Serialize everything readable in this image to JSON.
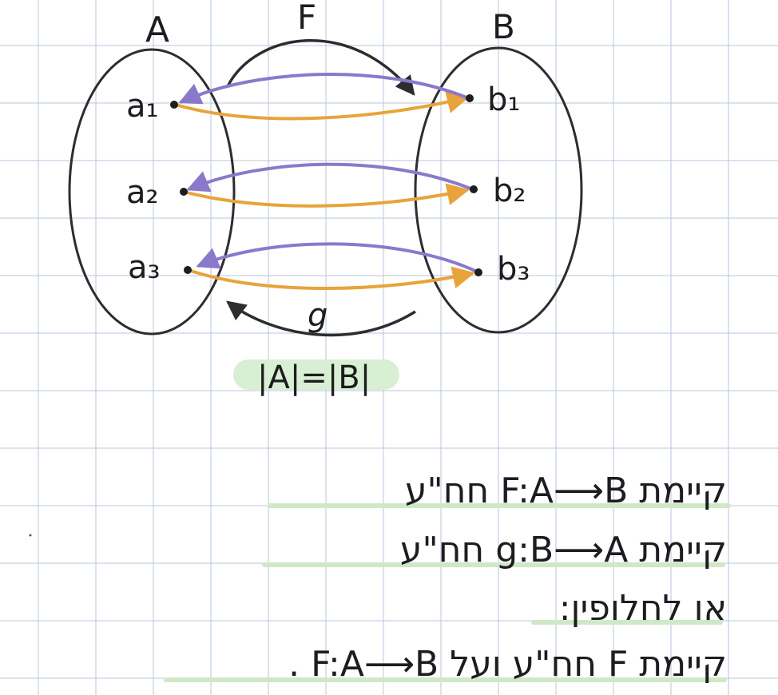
{
  "diagram": {
    "set_a_label": "A",
    "set_b_label": "B",
    "map_f_label": "F",
    "map_g_label": "g",
    "a_elements": [
      "a₁",
      "a₂",
      "a₃"
    ],
    "b_elements": [
      "b₁",
      "b₂",
      "b₃"
    ],
    "cardinality_equation": "|A|=|B|",
    "colors": {
      "grid": "#b9c6df",
      "ink": "#2d2d2f",
      "forward_arrow": "#e8a33b",
      "backward_arrow": "#8a79cb",
      "highlight": "#d8efd3"
    }
  },
  "notes": {
    "line1": "קיימת F:A⟶B חח\"ע",
    "line2": "קיימת g:B⟶A חח\"ע",
    "line3": "או לחלופין:",
    "line4": "קיימת F חח\"ע ועל F:A⟶B ."
  }
}
